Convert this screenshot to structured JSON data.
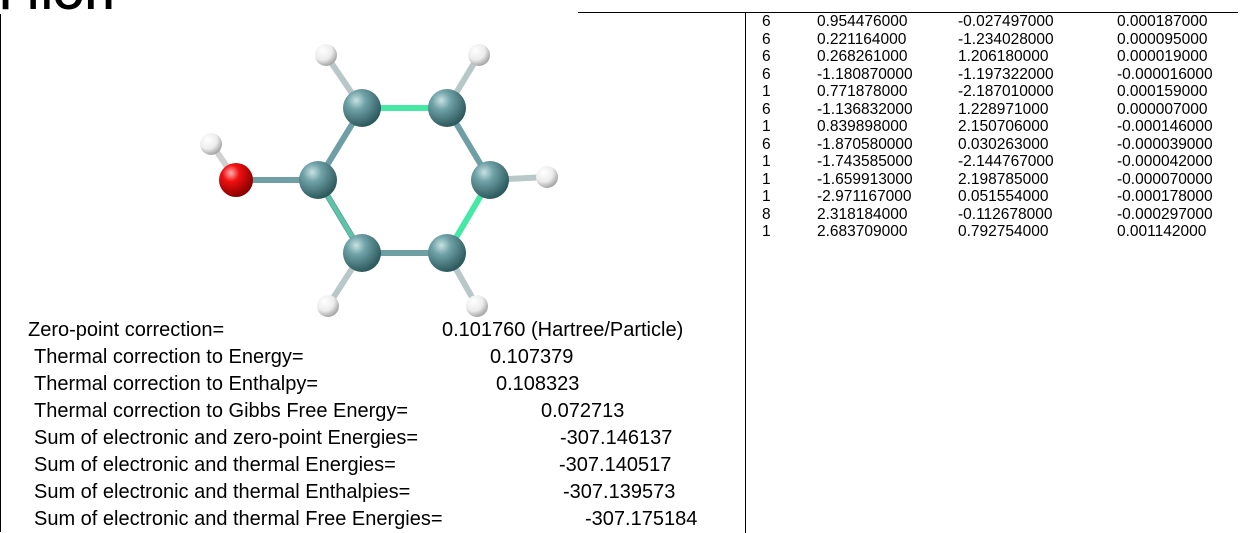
{
  "title": "PhOH",
  "thermo": [
    {
      "label": "Zero-point correction=",
      "value": "0.101760 (Hartree/Particle)"
    },
    {
      "label": "Thermal correction to Energy=",
      "value": "0.107379"
    },
    {
      "label": "Thermal correction to Enthalpy=",
      "value": "0.108323"
    },
    {
      "label": "Thermal correction to Gibbs Free Energy=",
      "value": "0.072713"
    },
    {
      "label": "Sum of electronic and zero-point Energies=",
      "value": "-307.146137"
    },
    {
      "label": "Sum of electronic and thermal Energies=",
      "value": "-307.140517"
    },
    {
      "label": "Sum of electronic and thermal Enthalpies=",
      "value": "-307.139573"
    },
    {
      "label": "Sum of electronic and thermal Free Energies=",
      "value": "-307.175184"
    }
  ],
  "coordinates": [
    {
      "n": "6",
      "x": "0.954476000",
      "y": "-0.027497000",
      "z": "0.000187000"
    },
    {
      "n": "6",
      "x": "0.221164000",
      "y": "-1.234028000",
      "z": "0.000095000"
    },
    {
      "n": "6",
      "x": "0.268261000",
      "y": "1.206180000",
      "z": "0.000019000"
    },
    {
      "n": "6",
      "x": "-1.180870000",
      "y": "-1.197322000",
      "z": "-0.000016000"
    },
    {
      "n": "1",
      "x": "0.771878000",
      "y": "-2.187010000",
      "z": "0.000159000"
    },
    {
      "n": "6",
      "x": "-1.136832000",
      "y": "1.228971000",
      "z": "0.000007000"
    },
    {
      "n": "1",
      "x": "0.839898000",
      "y": "2.150706000",
      "z": "-0.000146000"
    },
    {
      "n": "6",
      "x": "-1.870580000",
      "y": "0.030263000",
      "z": "-0.000039000"
    },
    {
      "n": "1",
      "x": "-1.743585000",
      "y": "-2.144767000",
      "z": "-0.000042000"
    },
    {
      "n": "1",
      "x": "-1.659913000",
      "y": "2.198785000",
      "z": "-0.000070000"
    },
    {
      "n": "1",
      "x": "-2.971167000",
      "y": "0.051554000",
      "z": "-0.000178000"
    },
    {
      "n": "8",
      "x": "2.318184000",
      "y": "-0.112678000",
      "z": "-0.000297000"
    },
    {
      "n": "1",
      "x": "2.683709000",
      "y": "0.792754000",
      "z": "0.001142000"
    }
  ],
  "colors": {
    "carbon": "#5b8f94",
    "hydrogen": "#f2f2f2",
    "oxygen": "#e8000b",
    "double_bond": "#46e8a6"
  }
}
